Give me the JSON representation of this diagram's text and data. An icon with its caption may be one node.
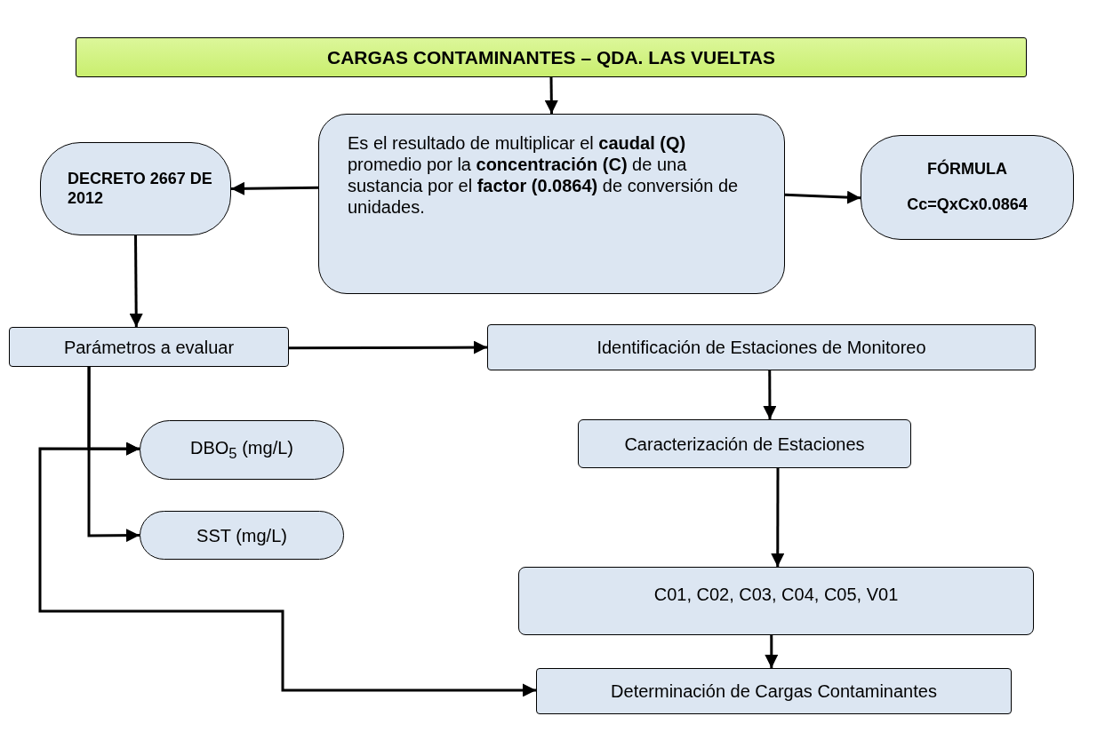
{
  "diagram": {
    "nodes": [
      {
        "text": [
          "CARGAS CONTAMINANTES – QDA. LAS VUELTAS"
        ]
      },
      {
        "text": [
          "Es el resultado de multiplicar el **caudal (Q)** promedio por la **concentración (C)** de una sustancia por el **factor (0.0864)** de conversión de unidades."
        ]
      },
      {
        "text": [
          "DECRETO 2667 DE 2012"
        ]
      },
      {
        "text": [
          "FÓRMULA",
          "Cc=QxCx0.0864"
        ]
      },
      {
        "text": [
          "Parámetros a evaluar"
        ]
      },
      {
        "text": [
          "Identificación de Estaciones de Monitoreo"
        ]
      },
      {
        "text": [
          "DBO$_{5}$ (mg/L)"
        ]
      },
      {
        "text": [
          "SST (mg/L)"
        ]
      },
      {
        "text": [
          "Caracterización de Estaciones"
        ]
      },
      {
        "text": [
          "C01, C02, C03, C04, C05, V01"
        ]
      },
      {
        "text": [
          "Determinación de Cargas Contaminantes"
        ]
      }
    ],
    "edges": [
      {
        "from": 0,
        "to": 1,
        "arrow": "to"
      },
      {
        "from": 1,
        "to": 2,
        "arrow": "to"
      },
      {
        "from": 1,
        "to": 3,
        "arrow": "to"
      },
      {
        "from": 2,
        "to": 4,
        "arrow": "to"
      },
      {
        "from": 4,
        "to": 5,
        "arrow": "to"
      },
      {
        "from": 4,
        "to": 6,
        "arrow": "to"
      },
      {
        "from": 4,
        "to": 7,
        "arrow": "to"
      },
      {
        "from": 5,
        "to": 8,
        "arrow": "to"
      },
      {
        "from": 8,
        "to": 9,
        "arrow": "to"
      },
      {
        "from": 9,
        "to": 10,
        "arrow": "to"
      },
      {
        "from": 6,
        "to": 10,
        "arrow": "both"
      }
    ]
  }
}
